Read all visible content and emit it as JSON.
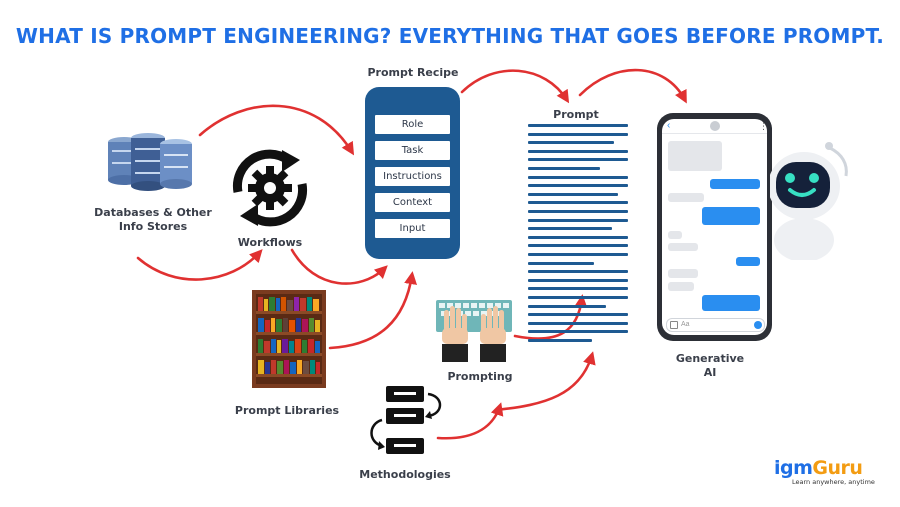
{
  "title": "WHAT IS PROMPT ENGINEERING? EVERYTHING THAT GOES BEFORE PROMPT.",
  "nodes": {
    "databases": "Databases & Other\nInfo Stores",
    "workflows": "Workflows",
    "prompt_libraries": "Prompt Libraries",
    "methodologies": "Methodologies",
    "prompting": "Prompting",
    "prompt_recipe": "Prompt Recipe",
    "prompt": "Prompt",
    "generative_ai": "Generative\nAI"
  },
  "recipe_items": [
    "Role",
    "Task",
    "Instructions",
    "Context",
    "Input"
  ],
  "phone": {
    "input_placeholder": "Aa"
  },
  "logo": {
    "brand_prefix": "igm",
    "brand_suffix": "Guru",
    "tagline": "Learn anywhere, anytime"
  },
  "colors": {
    "title": "#1f6fe5",
    "arrow": "#e03131",
    "recipe": "#1e5a92",
    "bubble_out": "#2a8ef0"
  }
}
